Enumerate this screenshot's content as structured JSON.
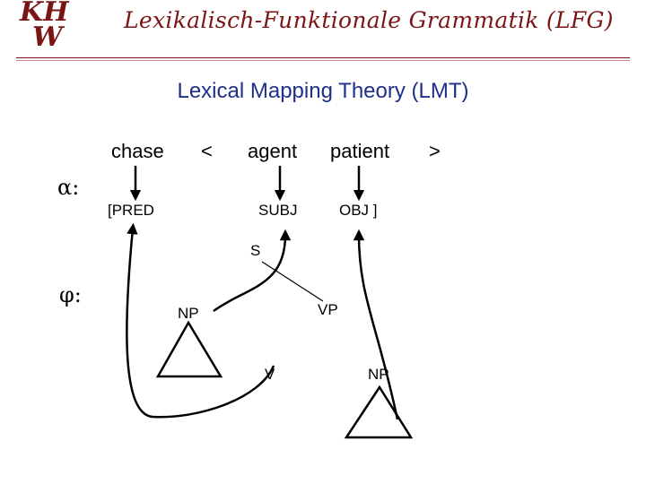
{
  "header": {
    "logo_top": "KH",
    "logo_bottom": "W",
    "title": "Lexikalisch-Funktionale Grammatik (LFG)"
  },
  "slide": {
    "title": "Lexical Mapping Theory (LMT)"
  },
  "argument_structure": {
    "row_label": "α:",
    "predicate": "chase",
    "open_bracket": "<",
    "arg1": "agent",
    "arg2": "patient",
    "close_bracket": ">"
  },
  "functions": {
    "pred": "[PRED",
    "subj": "SUBJ",
    "obj": "OBJ ]"
  },
  "tree": {
    "row_label": "φ:",
    "root": "S",
    "np_subject": "NP",
    "vp": "VP",
    "verb": "V",
    "np_object": "NP"
  }
}
